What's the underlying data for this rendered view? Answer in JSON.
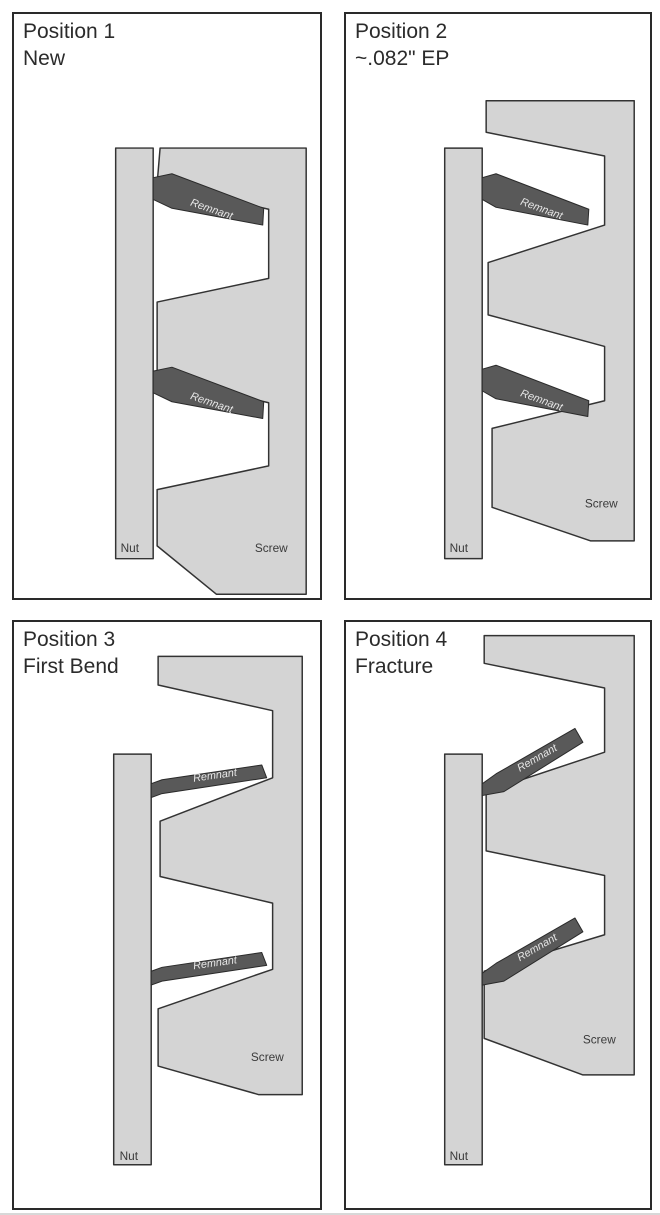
{
  "panels": [
    {
      "title": "Position 1",
      "subtitle": "New"
    },
    {
      "title": "Position 2",
      "subtitle": "~.082\" EP"
    },
    {
      "title": "Position 3",
      "subtitle": "First Bend"
    },
    {
      "title": "Position 4",
      "subtitle": "Fracture"
    }
  ],
  "labels": {
    "nut": "Nut",
    "screw": "Screw",
    "remnant": "Remnant"
  }
}
